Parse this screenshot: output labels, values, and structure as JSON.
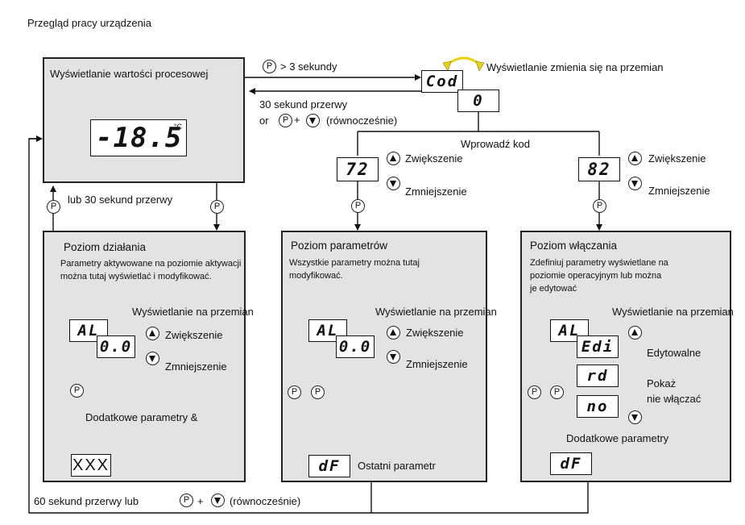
{
  "title": "Przegląd pracy urządzenia",
  "process": {
    "title": "Wyświetlanie wartości procesowej",
    "value": "-18.5",
    "unit": "°C"
  },
  "top": {
    "p_hold_label": "> 3 sekundy",
    "timeout_label": "30 sekund przerwy",
    "or_label": "or",
    "simultaneous": "(równocześnie)",
    "alternate_label": "Wyświetlanie zmienia się na przemian",
    "cod_display": "Cod",
    "zero_display": "0",
    "enter_code": "Wprowadź kod"
  },
  "codes": {
    "left_code": "72",
    "right_code": "82",
    "increase": "Zwiększenie",
    "decrease": "Zmniejszenie"
  },
  "left_return": "lub 30 sekund przerwy",
  "bottom_return": {
    "label": "60 sekund przerwy lub",
    "simultaneous": "(równocześnie)"
  },
  "p_symbol": "P",
  "plus": "+",
  "panels": {
    "operation": {
      "title": "Poziom działania",
      "description_1": "Parametry aktywowane na poziomie aktywacji",
      "description_2": "można tutaj wyświetlać i modyfikować.",
      "alternate": "Wyświetlanie na przemian",
      "param": "AL",
      "value": "0.0",
      "increase": "Zwiększenie",
      "decrease": "Zmniejszenie",
      "more": "Dodatkowe parametry &",
      "last": "XXX"
    },
    "parameters": {
      "title": "Poziom parametrów",
      "description_1": "Wszystkie parametry można tutaj",
      "description_2": "modyfikować.",
      "alternate": "Wyświetlanie na przemian",
      "param": "AL",
      "value": "0.0",
      "increase": "Zwiększenie",
      "decrease": "Zmniejszenie",
      "last": "dF",
      "last_label": "Ostatni parametr"
    },
    "enable": {
      "title": "Poziom włączania",
      "description_1": "Zdefiniuj parametry wyświetlane na",
      "description_2": "poziomie operacyjnym lub można",
      "description_3": "je edytować",
      "alternate": "Wyświetlanie na przemian",
      "param": "AL",
      "opt_edit": "Edi",
      "opt_show": "rd",
      "opt_no": "no",
      "editable": "Edytowalne",
      "show": "Pokaż",
      "no_enable": "nie włączać",
      "more": "Dodatkowe parametry",
      "last": "dF"
    }
  }
}
